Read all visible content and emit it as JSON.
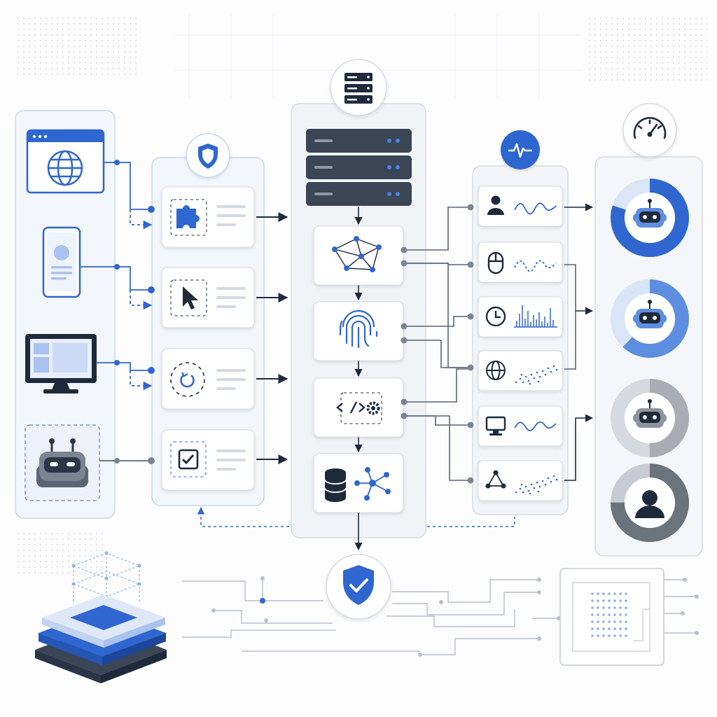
{
  "diagram": {
    "colors": {
      "accent": "#2f66d0",
      "accent_light": "#8fb0e6",
      "dark": "#1e2a3c",
      "slate": "#445063",
      "panel_fill": "#f3f6fb",
      "panel_stroke": "#c9d8ef",
      "line": "#5a6575",
      "gray_ring": "#b8bcc2",
      "dark_ring": "#6e7680"
    },
    "sources": [
      {
        "icon": "browser-globe-icon"
      },
      {
        "icon": "smartphone-icon"
      },
      {
        "icon": "desktop-monitor-icon"
      },
      {
        "icon": "robot-icon"
      }
    ],
    "gateway": {
      "header_icon": "shield-icon",
      "items": [
        {
          "icon": "puzzle-piece-icon"
        },
        {
          "icon": "cursor-pointer-icon"
        },
        {
          "icon": "refresh-cycle-icon"
        },
        {
          "icon": "checkbox-icon"
        }
      ]
    },
    "core": {
      "header_icon": "server-icon",
      "stages": [
        {
          "icon": "network-graph-icon"
        },
        {
          "icon": "fingerprint-icon"
        },
        {
          "icon": "code-gear-icon"
        },
        {
          "icon": "database-graph-icon"
        }
      ]
    },
    "signals": {
      "header_icon": "pulse-icon",
      "rows": [
        {
          "icon": "user-icon",
          "chart": "wave"
        },
        {
          "icon": "mouse-icon",
          "chart": "dashed-wave"
        },
        {
          "icon": "clock-icon",
          "chart": "bars"
        },
        {
          "icon": "globe-icon",
          "chart": "scatter"
        },
        {
          "icon": "monitor-icon",
          "chart": "wave"
        },
        {
          "icon": "triangle-nodes-icon",
          "chart": "scatter"
        }
      ]
    },
    "results": {
      "header_icon": "gauge-icon",
      "scores": [
        {
          "icon": "robot-icon",
          "level": 0.8,
          "color": "#2f66d0"
        },
        {
          "icon": "robot-icon",
          "level": 0.62,
          "color": "#5d8ee0"
        },
        {
          "icon": "robot-icon",
          "level": 0.5,
          "color": "#a9adb3"
        },
        {
          "icon": "human-user-icon",
          "level": 0.75,
          "color": "#6b737d"
        }
      ]
    },
    "footer": {
      "verify_icon": "shield-check-icon",
      "left_icon": "layer-stack-icon",
      "right_icon": "chip-board-icon"
    }
  }
}
